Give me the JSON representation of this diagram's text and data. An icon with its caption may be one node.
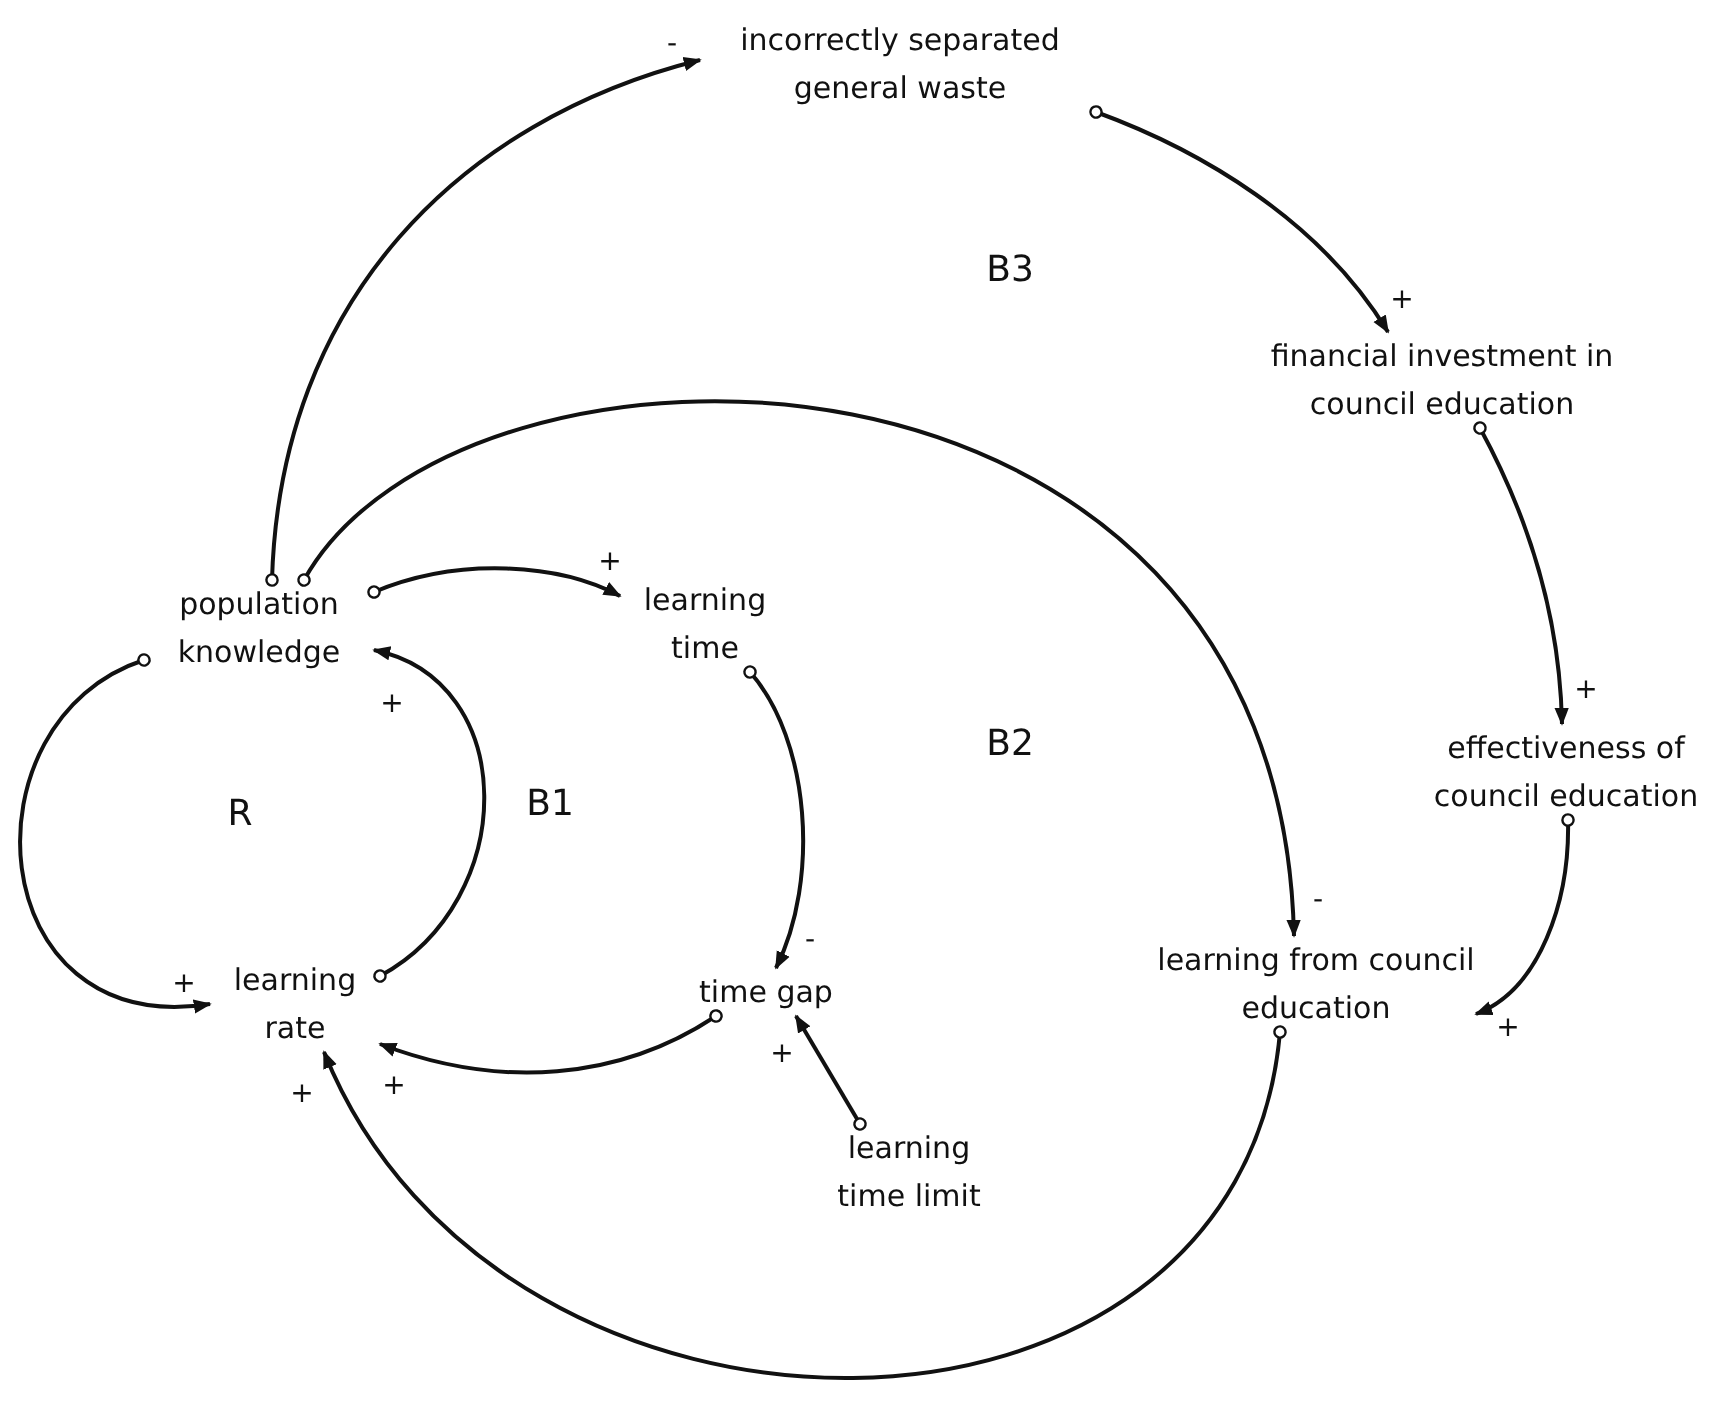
{
  "diagram": {
    "nodes": [
      {
        "text": [
          "incorrectly separated general waste"
        ]
      },
      {
        "text": [
          "financial investment in council education"
        ]
      },
      {
        "text": [
          "population knowledge"
        ]
      },
      {
        "text": [
          "learning time"
        ]
      },
      {
        "text": [
          "effectiveness of council education"
        ]
      },
      {
        "text": [
          "learning rate"
        ]
      },
      {
        "text": [
          "time gap"
        ]
      },
      {
        "text": [
          "learning from council education"
        ]
      },
      {
        "text": [
          "learning time limit"
        ]
      }
    ],
    "edges": [
      {
        "from": 2,
        "to": 0,
        "arrow": "to",
        "label": "-"
      },
      {
        "from": 0,
        "to": 1,
        "arrow": "to",
        "label": "+"
      },
      {
        "from": 1,
        "to": 4,
        "arrow": "to",
        "label": "+"
      },
      {
        "from": 4,
        "to": 7,
        "arrow": "to",
        "label": "+"
      },
      {
        "from": 2,
        "to": 7,
        "arrow": "to",
        "label": "-"
      },
      {
        "from": 2,
        "to": 3,
        "arrow": "to",
        "label": "+"
      },
      {
        "from": 3,
        "to": 6,
        "arrow": "to",
        "label": "-"
      },
      {
        "from": 8,
        "to": 6,
        "arrow": "to",
        "label": "+"
      },
      {
        "from": 6,
        "to": 5,
        "arrow": "to",
        "label": "+"
      },
      {
        "from": 5,
        "to": 2,
        "arrow": "to",
        "label": "+"
      },
      {
        "from": 2,
        "to": 5,
        "arrow": "to",
        "label": "+"
      },
      {
        "from": 7,
        "to": 5,
        "arrow": "to",
        "label": "+"
      }
    ],
    "labels": [
      "B3",
      "R",
      "B1",
      "B2"
    ]
  }
}
